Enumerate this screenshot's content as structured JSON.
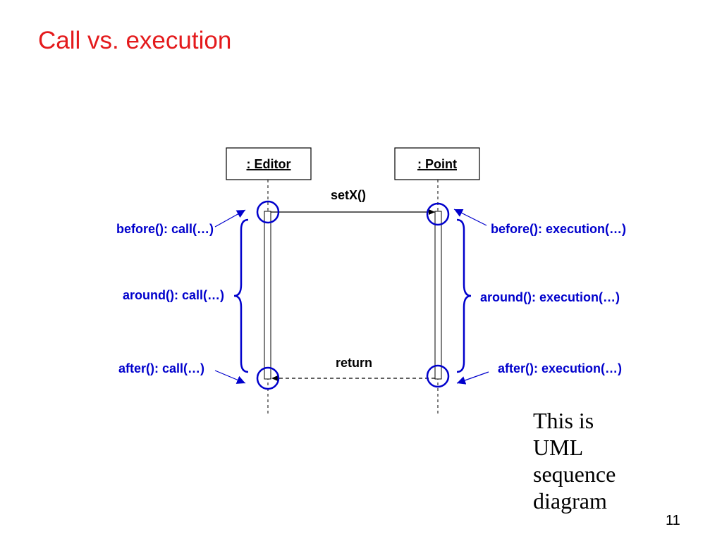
{
  "slide": {
    "title": "Call vs. execution",
    "page_number": "11",
    "note_lines": [
      "This is",
      "UML",
      "sequence",
      "diagram"
    ]
  },
  "diagram": {
    "objects": [
      {
        "id": "editor",
        "label": ": Editor"
      },
      {
        "id": "point",
        "label": ": Point"
      }
    ],
    "messages": [
      {
        "id": "setx",
        "label": "setX()",
        "from": "editor",
        "to": "point",
        "style": "solid"
      },
      {
        "id": "return",
        "label": "return",
        "from": "point",
        "to": "editor",
        "style": "dashed"
      }
    ],
    "annotations": {
      "left": {
        "before": "before(): call(…)",
        "around": "around(): call(…)",
        "after": "after(): call(…)"
      },
      "right": {
        "before": "before(): execution(…)",
        "around": "around(): execution(…)",
        "after": "after(): execution(…)"
      }
    },
    "colors": {
      "title": "#e41a1c",
      "annotation": "#0000cc",
      "lines": "#000000"
    }
  }
}
